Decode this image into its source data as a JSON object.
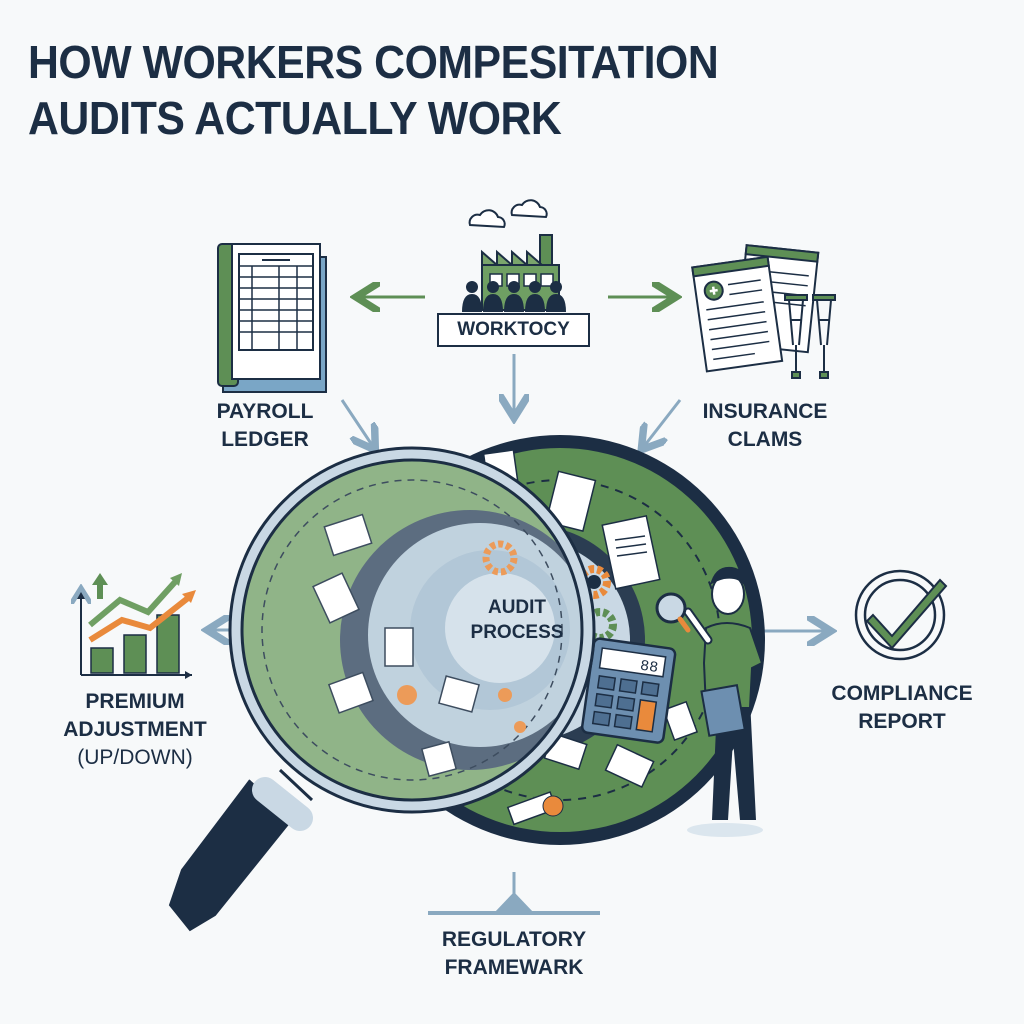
{
  "title": {
    "line1": "HOW WORKERS COMPESITATION",
    "line2": "AUDITS ACTUALLY WORK"
  },
  "nodes": {
    "source": {
      "label": "WORKTOCY",
      "icon": "factory-workers-icon"
    },
    "payroll": {
      "line1": "PAYROLL",
      "line2": "LEDGER",
      "icon": "ledger-book-icon"
    },
    "claims": {
      "line1": "INSURANCE",
      "line2": "CLAMS",
      "icon": "medical-claims-crutches-icon"
    },
    "center": {
      "line1": "AUDIT",
      "line2": "PROCESS",
      "icon": "magnifying-glass-icon"
    },
    "premium": {
      "line1": "PREMIUM",
      "line2": "ADJUSTMENT",
      "line3": "(UP/DOWN)",
      "icon": "bar-chart-trend-icon"
    },
    "compliance": {
      "line1": "COMPLIANCE",
      "line2": "REPORT",
      "icon": "checkmark-circle-icon"
    },
    "regulatory": {
      "line1": "REGULATORY",
      "line2": "FRAMEWARK",
      "icon": "balance-base-icon"
    }
  },
  "flows": [
    {
      "from": "source",
      "to": "payroll"
    },
    {
      "from": "source",
      "to": "claims"
    },
    {
      "from": "source",
      "to": "center"
    },
    {
      "from": "payroll",
      "to": "center"
    },
    {
      "from": "claims",
      "to": "center"
    },
    {
      "from": "center",
      "to": "premium"
    },
    {
      "from": "center",
      "to": "compliance"
    },
    {
      "from": "regulatory",
      "to": "center"
    }
  ],
  "calculator": {
    "display": "88"
  },
  "colors": {
    "navy": "#1c2e44",
    "green": "#5e8f55",
    "light_green": "#7aa56c",
    "orange": "#e98a3c",
    "steel_blue": "#8aa9c0",
    "pale_blue": "#dbe6ee",
    "background": "#f7f9fa"
  }
}
